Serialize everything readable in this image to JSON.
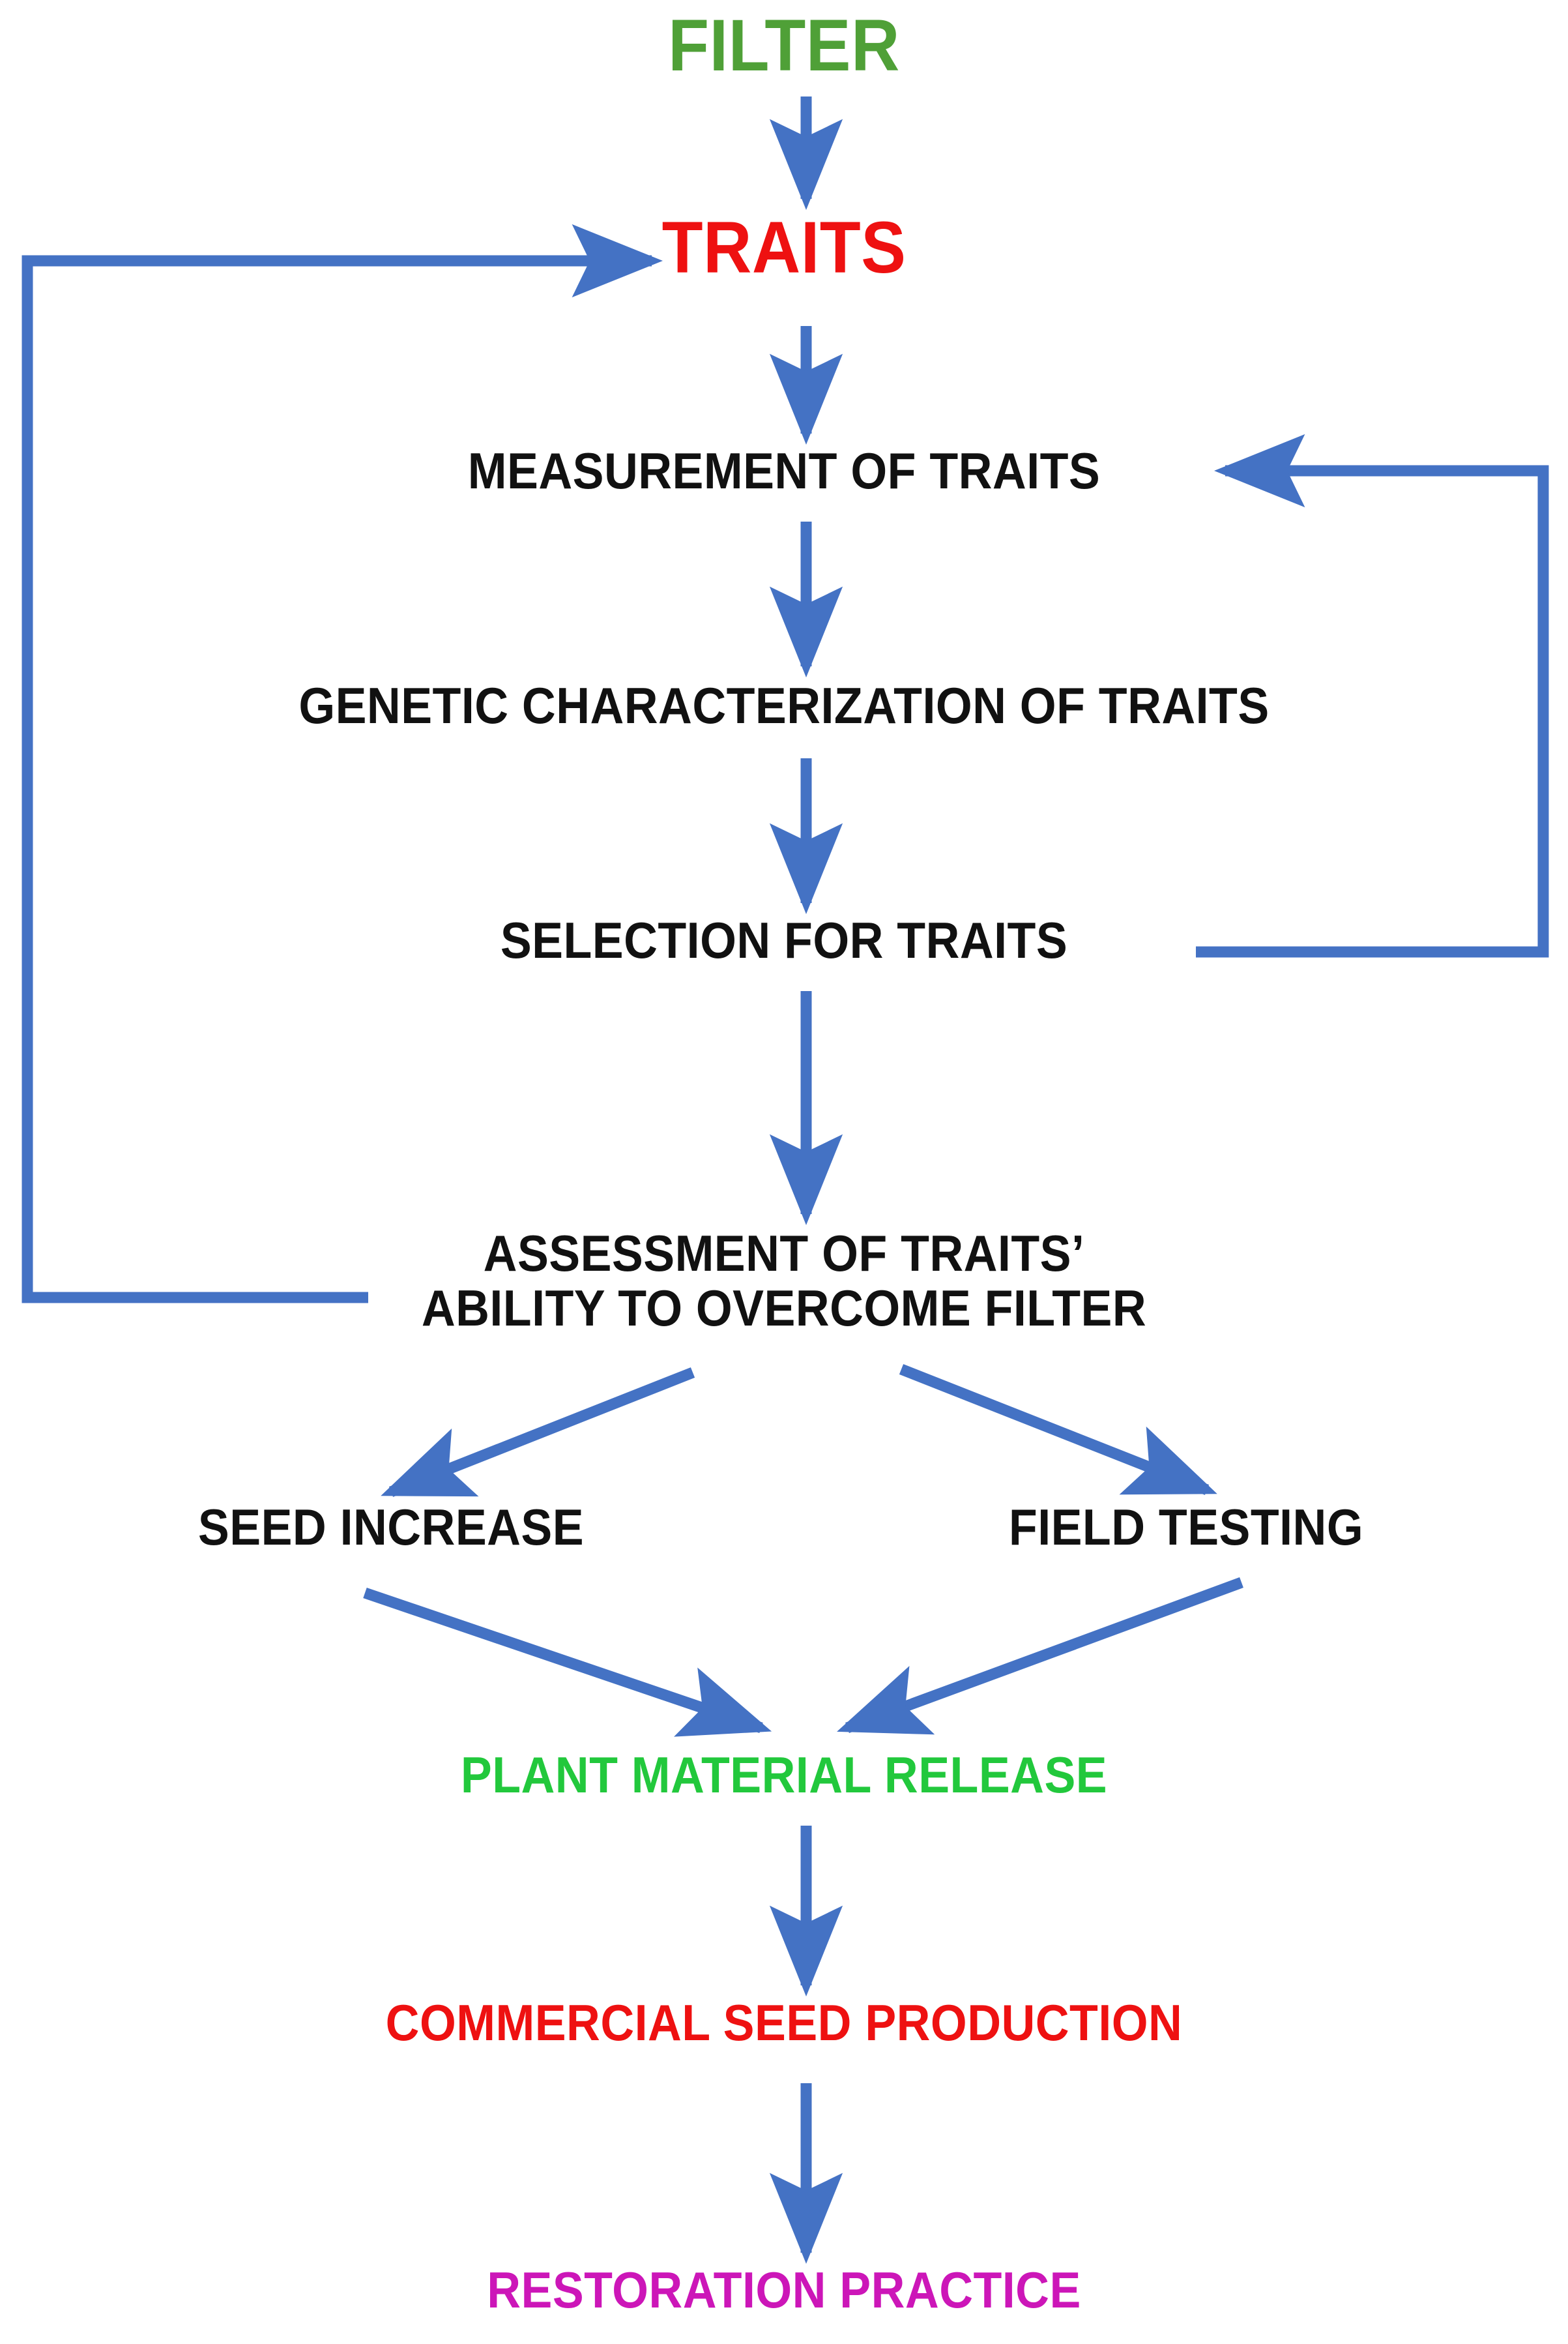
{
  "diagram": {
    "title": "Trait-based plant material development flowchart",
    "background": "#ffffff",
    "edge_color": "#4472C4",
    "palette": {
      "green_filter": "#4FA037",
      "green_release": "#22C83C",
      "red": "#EE1111",
      "black": "#111111",
      "magenta": "#CC16B8",
      "blue_arrow": "#4472C4"
    },
    "nodes": [
      {
        "id": "filter",
        "label": "FILTER",
        "color": "#4FA037"
      },
      {
        "id": "traits",
        "label": "TRAITS",
        "color": "#EE1111"
      },
      {
        "id": "measurement",
        "label": "MEASUREMENT OF TRAITS",
        "color": "#111111"
      },
      {
        "id": "genetic",
        "label": "GENETIC CHARACTERIZATION OF TRAITS",
        "color": "#111111"
      },
      {
        "id": "selection",
        "label": "SELECTION FOR TRAITS",
        "color": "#111111"
      },
      {
        "id": "assessment",
        "label": "ASSESSMENT OF TRAITS’\nABILITY TO OVERCOME FILTER",
        "color": "#111111"
      },
      {
        "id": "seed",
        "label": "SEED INCREASE",
        "color": "#111111"
      },
      {
        "id": "field",
        "label": "FIELD TESTING",
        "color": "#111111"
      },
      {
        "id": "release",
        "label": "PLANT MATERIAL RELEASE",
        "color": "#22C83C"
      },
      {
        "id": "commercial",
        "label": "COMMERCIAL SEED PRODUCTION",
        "color": "#EE1111"
      },
      {
        "id": "restoration",
        "label": "RESTORATION PRACTICE",
        "color": "#CC16B8"
      }
    ],
    "edges": [
      {
        "id": "e-filter-traits",
        "from": "filter",
        "to": "traits",
        "kind": "straight-down"
      },
      {
        "id": "e-traits-measurement",
        "from": "traits",
        "to": "measurement",
        "kind": "straight-down"
      },
      {
        "id": "e-measurement-genetic",
        "from": "measurement",
        "to": "genetic",
        "kind": "straight-down"
      },
      {
        "id": "e-genetic-selection",
        "from": "genetic",
        "to": "selection",
        "kind": "straight-down"
      },
      {
        "id": "e-selection-assessment",
        "from": "selection",
        "to": "assessment",
        "kind": "straight-down"
      },
      {
        "id": "e-assessment-seed",
        "from": "assessment",
        "to": "seed",
        "kind": "diagonal-left-down"
      },
      {
        "id": "e-assessment-field",
        "from": "assessment",
        "to": "field",
        "kind": "diagonal-right-down"
      },
      {
        "id": "e-seed-release",
        "from": "seed",
        "to": "release",
        "kind": "diagonal-right-down"
      },
      {
        "id": "e-field-release",
        "from": "field",
        "to": "release",
        "kind": "diagonal-left-down"
      },
      {
        "id": "e-release-commercial",
        "from": "release",
        "to": "commercial",
        "kind": "straight-down"
      },
      {
        "id": "e-commercial-restoration",
        "from": "commercial",
        "to": "restoration",
        "kind": "straight-down"
      },
      {
        "id": "e-assessment-traits-loop",
        "from": "assessment",
        "to": "traits",
        "kind": "feedback-left"
      },
      {
        "id": "e-selection-measurement-loop",
        "from": "selection",
        "to": "measurement",
        "kind": "feedback-right"
      }
    ]
  }
}
